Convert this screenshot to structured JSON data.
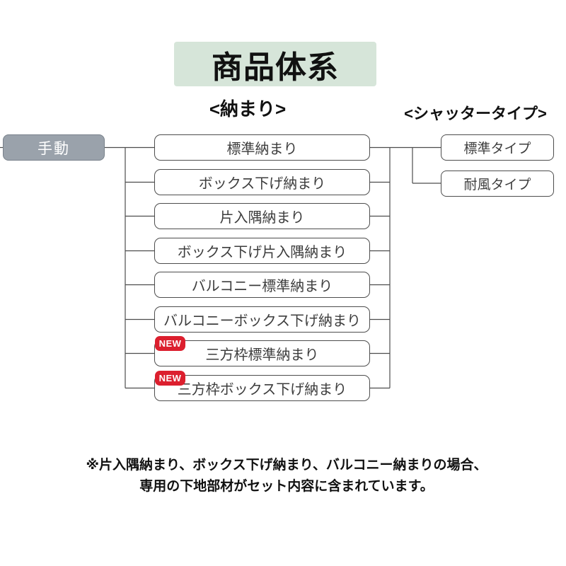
{
  "title": "商品体系",
  "headers": {
    "fitting": "<納まり>",
    "shutter_type": "<シャッタータイプ>"
  },
  "source_node": {
    "label": "手動"
  },
  "new_badge_label": "NEW",
  "fittings": [
    {
      "label": "標準納まり",
      "new": false
    },
    {
      "label": "ボックス下げ納まり",
      "new": false
    },
    {
      "label": "片入隅納まり",
      "new": false
    },
    {
      "label": "ボックス下げ片入隅納まり",
      "new": false
    },
    {
      "label": "バルコニー標準納まり",
      "new": false
    },
    {
      "label": "バルコニーボックス下げ納まり",
      "new": false
    },
    {
      "label": "三方枠標準納まり",
      "new": true
    },
    {
      "label": "三方枠ボックス下げ納まり",
      "new": true
    }
  ],
  "shutter_types": [
    {
      "label": "標準タイプ"
    },
    {
      "label": "耐風タイプ"
    }
  ],
  "note_lines": [
    "※片入隅納まり、ボックス下げ納まり、バルコニー納まりの場合、",
    "専用の下地部材がセット内容に含まれています。"
  ],
  "colors": {
    "title_bg": "#d6e5d9",
    "manual_node_bg": "#9aa2ab",
    "manual_node_border": "#79828b",
    "new_badge_bg": "#dc1f2e",
    "box_border": "#4d4d4d",
    "connector_line": "#4d4d4d",
    "background": "#ffffff"
  }
}
